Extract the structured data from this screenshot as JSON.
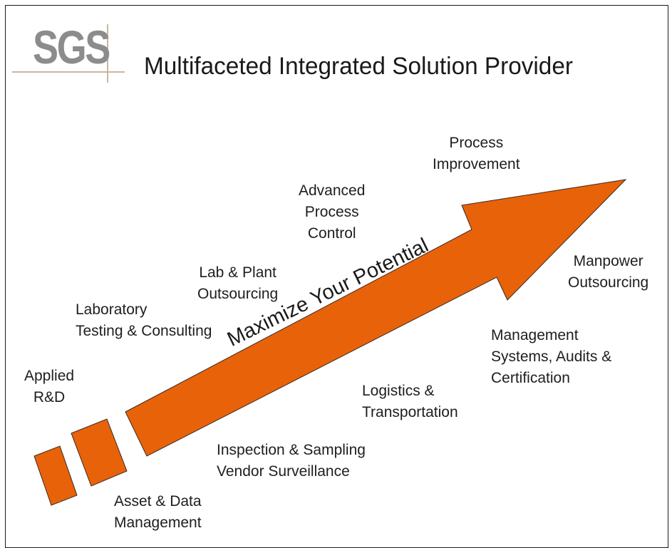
{
  "logo": {
    "text": "SGS"
  },
  "title": "Multifaceted Integrated Solution Provider",
  "arrow": {
    "text": "Maximize Your Potential",
    "color": "#e8620a"
  },
  "labels": {
    "applied_rd": "Applied\nR&D",
    "laboratory": "Laboratory\nTesting & Consulting",
    "lab_plant": "Lab & Plant\nOutsourcing",
    "advanced_process": "Advanced\nProcess\nControl",
    "process_improvement": "Process\nImprovement",
    "manpower": "Manpower\nOutsourcing",
    "management_systems": "Management\nSystems, Audits &\nCertification",
    "logistics": "Logistics &\nTransportation",
    "inspection": "Inspection & Sampling\nVendor Surveillance",
    "asset_data": "Asset & Data\nManagement"
  }
}
